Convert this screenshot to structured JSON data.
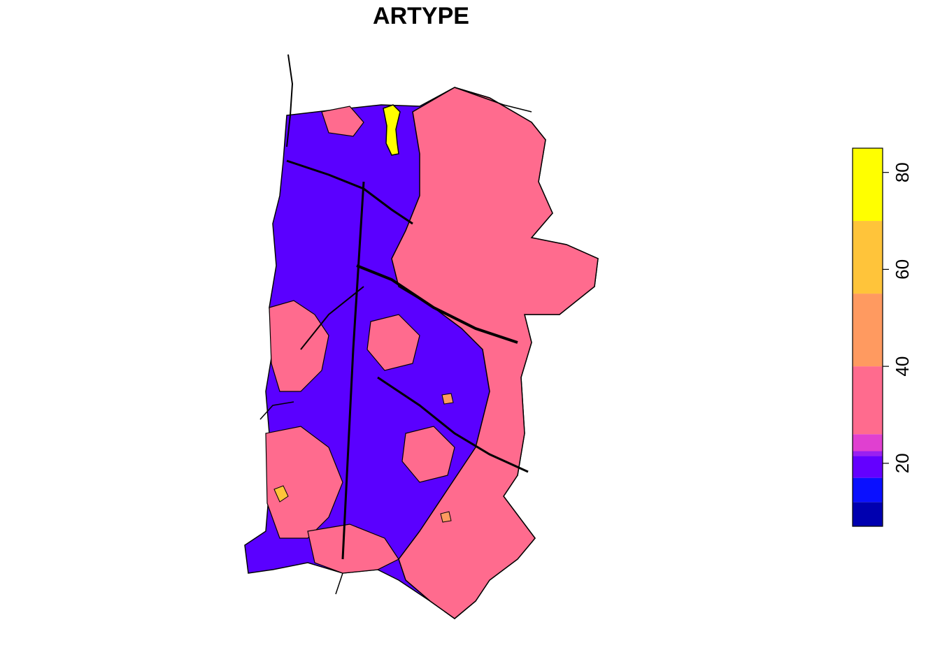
{
  "map": {
    "title": "ARTYPE",
    "colors": {
      "background": "#FFFFFF",
      "outline": "#000000",
      "region_blue": "#5A00FF",
      "region_pink": "#FF6B8E",
      "region_orange": "#FFA040",
      "region_yellow": "#FFFF00"
    }
  },
  "legend": {
    "scale_min": 7,
    "scale_max": 85,
    "bins": [
      {
        "from": 7,
        "to": 12,
        "color": "#0000B0"
      },
      {
        "from": 12,
        "to": 17,
        "color": "#0A10FF"
      },
      {
        "from": 17,
        "to": 21.5,
        "color": "#6400FF"
      },
      {
        "from": 21.5,
        "to": 22.5,
        "color": "#9A20F0"
      },
      {
        "from": 22.5,
        "to": 26,
        "color": "#E040D0"
      },
      {
        "from": 26,
        "to": 40,
        "color": "#FF6B8E"
      },
      {
        "from": 40,
        "to": 55,
        "color": "#FF9A60"
      },
      {
        "from": 55,
        "to": 70,
        "color": "#FFC43A"
      },
      {
        "from": 70,
        "to": 85,
        "color": "#FFFF00"
      }
    ],
    "ticks": [
      {
        "value": 20,
        "label": "20"
      },
      {
        "value": 40,
        "label": "40"
      },
      {
        "value": 60,
        "label": "60"
      },
      {
        "value": 80,
        "label": "80"
      }
    ]
  }
}
